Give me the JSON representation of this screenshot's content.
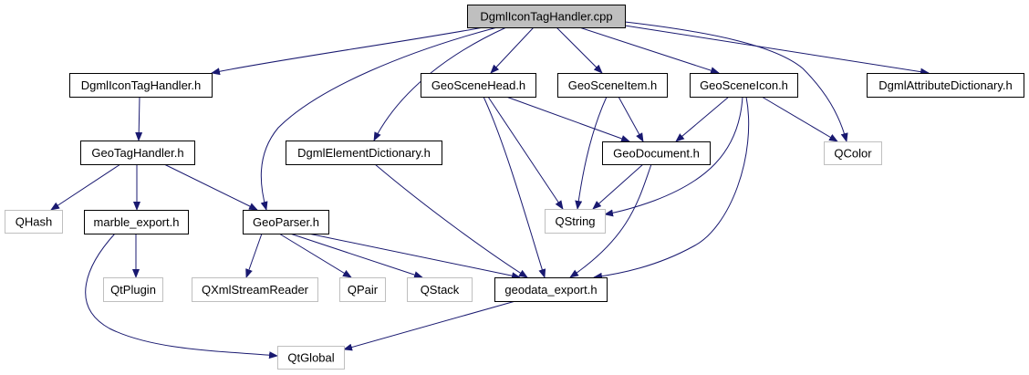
{
  "diagram": {
    "type": "include-dependency-graph",
    "colors": {
      "edge": "#191970",
      "root_fill": "#bfbfbf",
      "node_fill": "#ffffff",
      "node_border": "#000000",
      "external_border": "#bfbfbf"
    },
    "nodes": [
      {
        "id": "root",
        "label": "DgmlIconTagHandler.cpp",
        "kind": "root"
      },
      {
        "id": "dith",
        "label": "DgmlIconTagHandler.h",
        "kind": "documented"
      },
      {
        "id": "gsh",
        "label": "GeoSceneHead.h",
        "kind": "documented"
      },
      {
        "id": "gsit",
        "label": "GeoSceneItem.h",
        "kind": "documented"
      },
      {
        "id": "gsic",
        "label": "GeoSceneIcon.h",
        "kind": "documented"
      },
      {
        "id": "dad",
        "label": "DgmlAttributeDictionary.h",
        "kind": "documented"
      },
      {
        "id": "gth",
        "label": "GeoTagHandler.h",
        "kind": "documented"
      },
      {
        "id": "ded",
        "label": "DgmlElementDictionary.h",
        "kind": "documented"
      },
      {
        "id": "gdoc",
        "label": "GeoDocument.h",
        "kind": "documented"
      },
      {
        "id": "qcolor",
        "label": "QColor",
        "kind": "external"
      },
      {
        "id": "qhash",
        "label": "QHash",
        "kind": "external"
      },
      {
        "id": "mexp",
        "label": "marble_export.h",
        "kind": "documented"
      },
      {
        "id": "gp",
        "label": "GeoParser.h",
        "kind": "documented"
      },
      {
        "id": "qstring",
        "label": "QString",
        "kind": "external"
      },
      {
        "id": "qtplugin",
        "label": "QtPlugin",
        "kind": "external"
      },
      {
        "id": "qxml",
        "label": "QXmlStreamReader",
        "kind": "external"
      },
      {
        "id": "qpair",
        "label": "QPair",
        "kind": "external"
      },
      {
        "id": "qstack",
        "label": "QStack",
        "kind": "external"
      },
      {
        "id": "gexp",
        "label": "geodata_export.h",
        "kind": "documented"
      },
      {
        "id": "qtglobal",
        "label": "QtGlobal",
        "kind": "external"
      }
    ],
    "edges": [
      {
        "from": "root",
        "to": "dith"
      },
      {
        "from": "root",
        "to": "gp"
      },
      {
        "from": "root",
        "to": "ded"
      },
      {
        "from": "root",
        "to": "gsh"
      },
      {
        "from": "root",
        "to": "gsit"
      },
      {
        "from": "root",
        "to": "gsic"
      },
      {
        "from": "root",
        "to": "qcolor"
      },
      {
        "from": "root",
        "to": "dad"
      },
      {
        "from": "dith",
        "to": "gth"
      },
      {
        "from": "gth",
        "to": "qhash"
      },
      {
        "from": "gth",
        "to": "mexp"
      },
      {
        "from": "gth",
        "to": "gp"
      },
      {
        "from": "mexp",
        "to": "qtplugin"
      },
      {
        "from": "mexp",
        "to": "qtglobal"
      },
      {
        "from": "gp",
        "to": "qxml"
      },
      {
        "from": "gp",
        "to": "qpair"
      },
      {
        "from": "gp",
        "to": "qstack"
      },
      {
        "from": "gp",
        "to": "gexp"
      },
      {
        "from": "ded",
        "to": "gexp"
      },
      {
        "from": "gsh",
        "to": "gdoc"
      },
      {
        "from": "gsh",
        "to": "qstring"
      },
      {
        "from": "gsh",
        "to": "gexp"
      },
      {
        "from": "gsit",
        "to": "gdoc"
      },
      {
        "from": "gsit",
        "to": "qstring"
      },
      {
        "from": "gsic",
        "to": "gdoc"
      },
      {
        "from": "gsic",
        "to": "qstring"
      },
      {
        "from": "gsic",
        "to": "gexp"
      },
      {
        "from": "gsic",
        "to": "qcolor"
      },
      {
        "from": "gdoc",
        "to": "qstring"
      },
      {
        "from": "gdoc",
        "to": "gexp"
      },
      {
        "from": "gexp",
        "to": "qtglobal"
      }
    ]
  }
}
